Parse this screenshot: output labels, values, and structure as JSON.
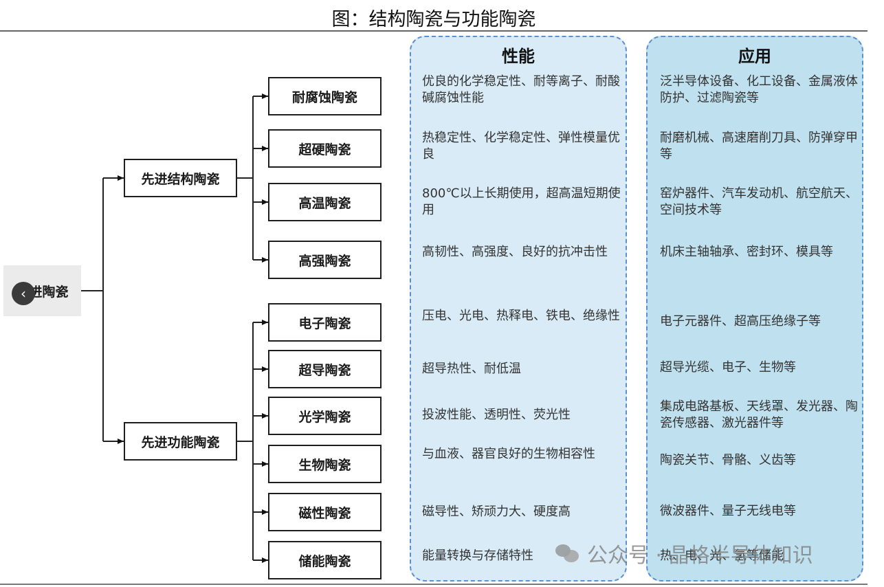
{
  "title": "图：结构陶瓷与功能陶瓷",
  "root": {
    "label": "先进陶瓷"
  },
  "branches": {
    "structural": "先进结构陶瓷",
    "functional": "先进功能陶瓷"
  },
  "headers": {
    "properties": "性能",
    "applications": "应用"
  },
  "rows": [
    {
      "name": "耐腐蚀陶瓷",
      "properties": "优良的化学稳定性、耐等离子、耐酸碱腐蚀性能",
      "applications": "泛半导体设备、化工设备、金属液体防护、过滤陶瓷等"
    },
    {
      "name": "超硬陶瓷",
      "properties": "热稳定性、化学稳定性、弹性模量优良",
      "applications": "耐磨机械、高速磨削刀具、防弹穿甲等"
    },
    {
      "name": "高温陶瓷",
      "properties": "800℃以上长期使用，超高温短期使用",
      "applications": "窑炉器件、汽车发动机、航空航天、空间技术等"
    },
    {
      "name": "高强陶瓷",
      "properties": "高韧性、高强度、良好的抗冲击性",
      "applications": "机床主轴轴承、密封环、模具等"
    },
    {
      "name": "电子陶瓷",
      "properties": "压电、光电、热释电、铁电、绝缘性",
      "applications": "电子元器件、超高压绝缘子等"
    },
    {
      "name": "超导陶瓷",
      "properties": "超导热性、耐低温",
      "applications": "超导光缆、电子、生物等"
    },
    {
      "name": "光学陶瓷",
      "properties": "投波性能、透明性、荧光性",
      "applications": "集成电路基板、天线罩、发光器、陶瓷传感器、激光器件等"
    },
    {
      "name": "生物陶瓷",
      "properties": "与血液、器官良好的生物相容性",
      "applications": "陶瓷关节、骨骼、义齿等"
    },
    {
      "name": "磁性陶瓷",
      "properties": "磁导性、矫顽力大、硬度高",
      "applications": "微波器件、量子无线电等"
    },
    {
      "name": "储能陶瓷",
      "properties": "能量转换与存储特性",
      "applications": "热、电、光、氢等储能"
    }
  ],
  "nav": {
    "prev_glyph": "‹"
  },
  "watermark": {
    "text": "公众号 · 晶格半导体知识"
  }
}
